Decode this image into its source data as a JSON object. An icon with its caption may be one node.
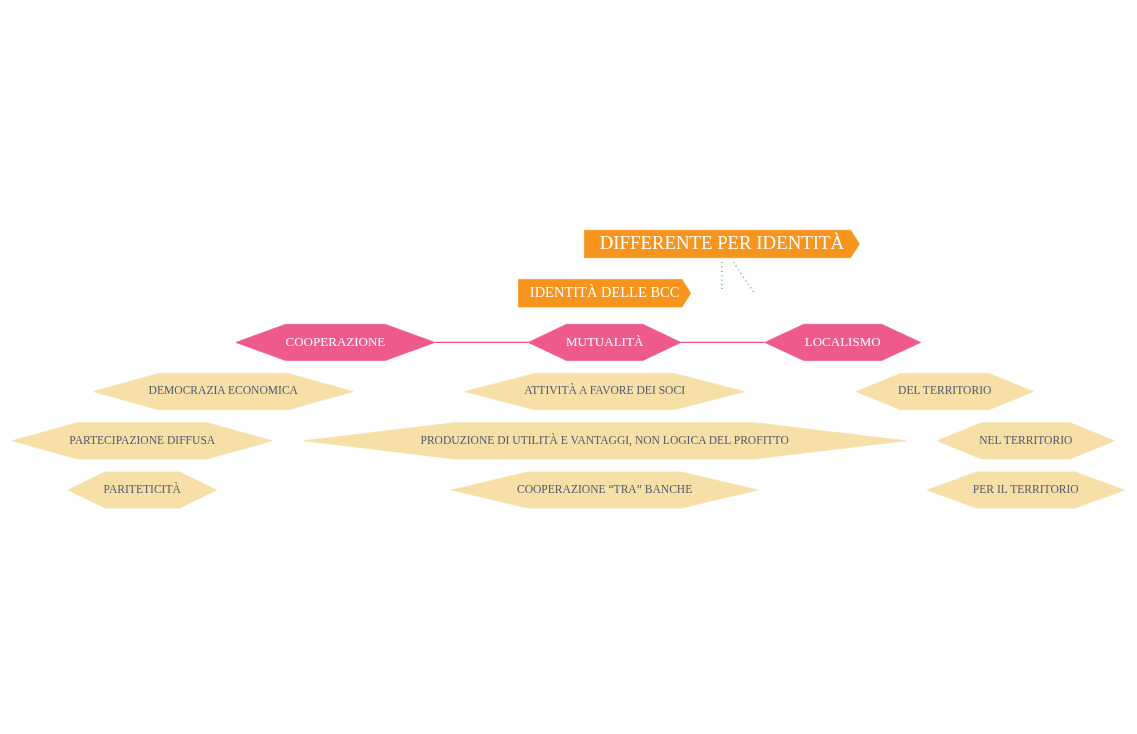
{
  "diagram": {
    "nodes": [
      {
        "text": [
          "DIFFERENTE PER IDENTITÀ"
        ]
      },
      {
        "text": [
          "IDENTITÀ DELLE BCC"
        ]
      },
      {
        "text": [
          "COOPERAZIONE"
        ]
      },
      {
        "text": [
          "MUTUALITÀ"
        ]
      },
      {
        "text": [
          "LOCALISMO"
        ]
      },
      {
        "text": [
          "DEMOCRAZIA ECONOMICA"
        ]
      },
      {
        "text": [
          "PARTECIPAZIONE DIFFUSA"
        ]
      },
      {
        "text": [
          "PARITETICITÀ"
        ]
      },
      {
        "text": [
          "ATTIVITÀ A FAVORE DEI SOCI"
        ]
      },
      {
        "text": [
          "PRODUZIONE DI UTILITÀ E VANTAGGI, NON LOGICA DEL PROFITTO"
        ]
      },
      {
        "text": [
          "COOPERAZIONE “TRA” BANCHE"
        ]
      },
      {
        "text": [
          "DEL TERRITORIO"
        ]
      },
      {
        "text": [
          "NEL TERRITORIO"
        ]
      },
      {
        "text": [
          "PER IL TERRITORIO"
        ]
      }
    ],
    "edges": [
      {
        "from": 2,
        "to": 3,
        "arrow": "none",
        "color": "#ec4f83"
      },
      {
        "from": 3,
        "to": 4,
        "arrow": "none",
        "color": "#ec4f83"
      },
      {
        "from": 0,
        "to": null,
        "arrow": "none",
        "style": "dashed",
        "color": "#3cb44b"
      },
      {
        "from": 0,
        "to": null,
        "arrow": "none",
        "style": "dashed",
        "color": "#3cb44b"
      }
    ]
  }
}
